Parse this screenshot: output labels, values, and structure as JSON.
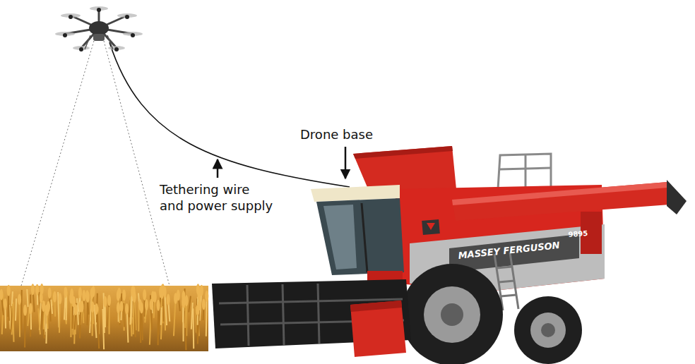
{
  "diagram": {
    "labels": [
      "Drone base",
      "Tethering wire and power supply",
      "MASSEY FERGUSON",
      "9895"
    ]
  }
}
